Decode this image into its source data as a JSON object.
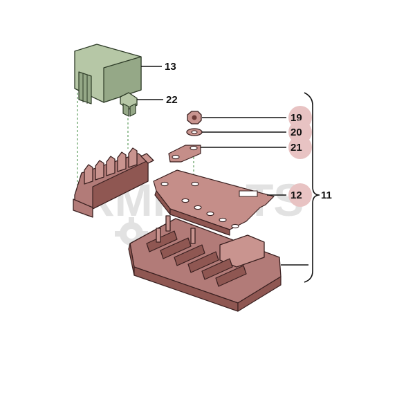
{
  "watermark": {
    "text": "RMPARTS"
  },
  "callouts": [
    {
      "number": "13",
      "highlighted": false
    },
    {
      "number": "22",
      "highlighted": false
    },
    {
      "number": "19",
      "highlighted": true
    },
    {
      "number": "20",
      "highlighted": true
    },
    {
      "number": "21",
      "highlighted": true
    },
    {
      "number": "12",
      "highlighted": true
    },
    {
      "number": "11",
      "highlighted": false
    }
  ],
  "colors": {
    "housing": "#b27b78",
    "relay": "#b6c7a6",
    "highlight": "#e8c3c3",
    "line": "#111111"
  }
}
